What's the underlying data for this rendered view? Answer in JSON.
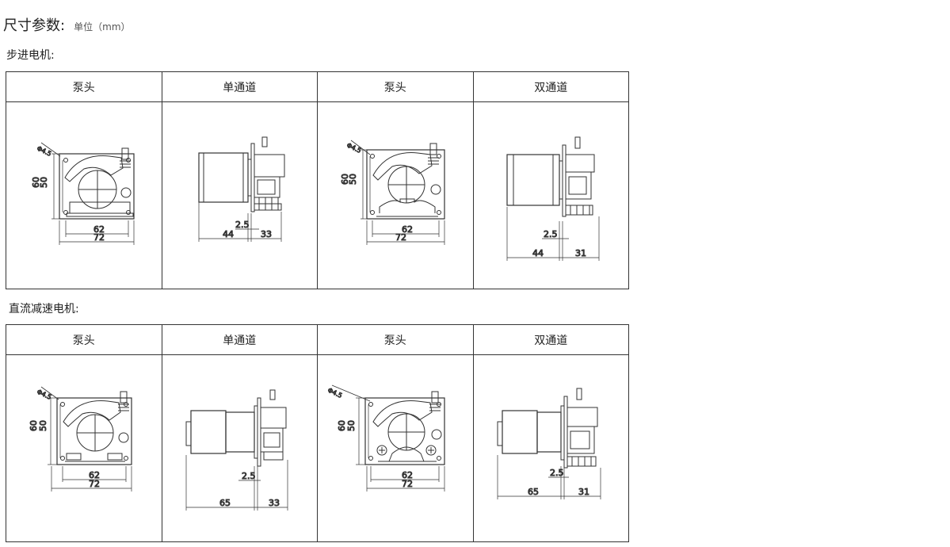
{
  "header": {
    "title": "尺寸参数:",
    "unit": "单位（mm）"
  },
  "sections": [
    {
      "label": "步进电机:",
      "columns": [
        "泵头",
        "单通道",
        "泵头",
        "双通道"
      ],
      "drawings": [
        {
          "hole": "Φ4.5",
          "h_outer": "60",
          "h_inner": "50",
          "w_inner": "62",
          "w_outer": "72"
        },
        {
          "offset": "2.5",
          "motor": "44",
          "pump": "33"
        },
        {
          "hole": "Φ4.5",
          "h_outer": "60",
          "h_inner": "50",
          "w_inner": "62",
          "w_outer": "72"
        },
        {
          "offset": "2.5",
          "motor": "44",
          "pump": "31"
        }
      ]
    },
    {
      "label": "直流减速电机:",
      "columns": [
        "泵头",
        "单通道",
        "泵头",
        "双通道"
      ],
      "drawings": [
        {
          "hole": "Φ4.5",
          "h_outer": "60",
          "h_inner": "50",
          "w_inner": "62",
          "w_outer": "72"
        },
        {
          "offset": "2.5",
          "motor": "65",
          "pump": "33"
        },
        {
          "hole": "Φ4.5",
          "h_outer": "60",
          "h_inner": "50",
          "w_inner": "62",
          "w_outer": "72"
        },
        {
          "offset": "2.5",
          "motor": "65",
          "pump": "31"
        }
      ]
    }
  ]
}
